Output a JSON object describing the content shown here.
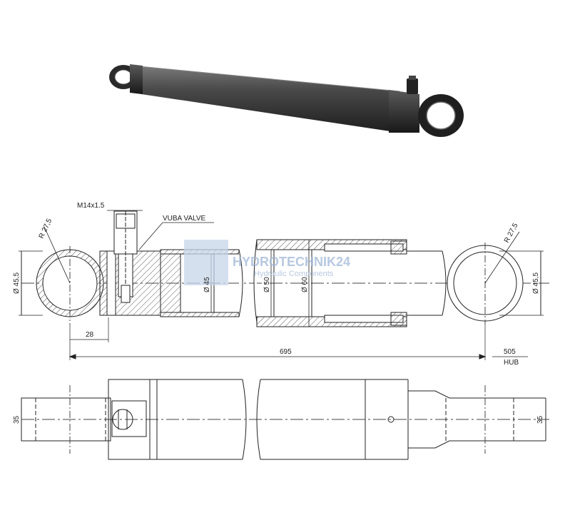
{
  "labels": {
    "thread": "M14x1.5",
    "valve": "VUBA VALVE",
    "radius_left": "R 27,5",
    "radius_right": "R 27,5",
    "dia_eye_left": "Ø 45,5",
    "dia_eye_right": "Ø 45,5",
    "dia_rod": "Ø 45",
    "dia_bore": "Ø 50",
    "dia_tube": "Ø 60",
    "offset": "28",
    "length": "695",
    "stroke": "505",
    "stroke_unit": "HUB",
    "width_left": "35",
    "width_right": "35"
  },
  "watermark": {
    "brand": "HYDROTECHNIK24",
    "tagline": "Hydraulic Components"
  },
  "colors": {
    "line": "#222222",
    "hatch": "#555555",
    "watermark": "#9fb6d6",
    "render_body": "#3c3c3c"
  }
}
